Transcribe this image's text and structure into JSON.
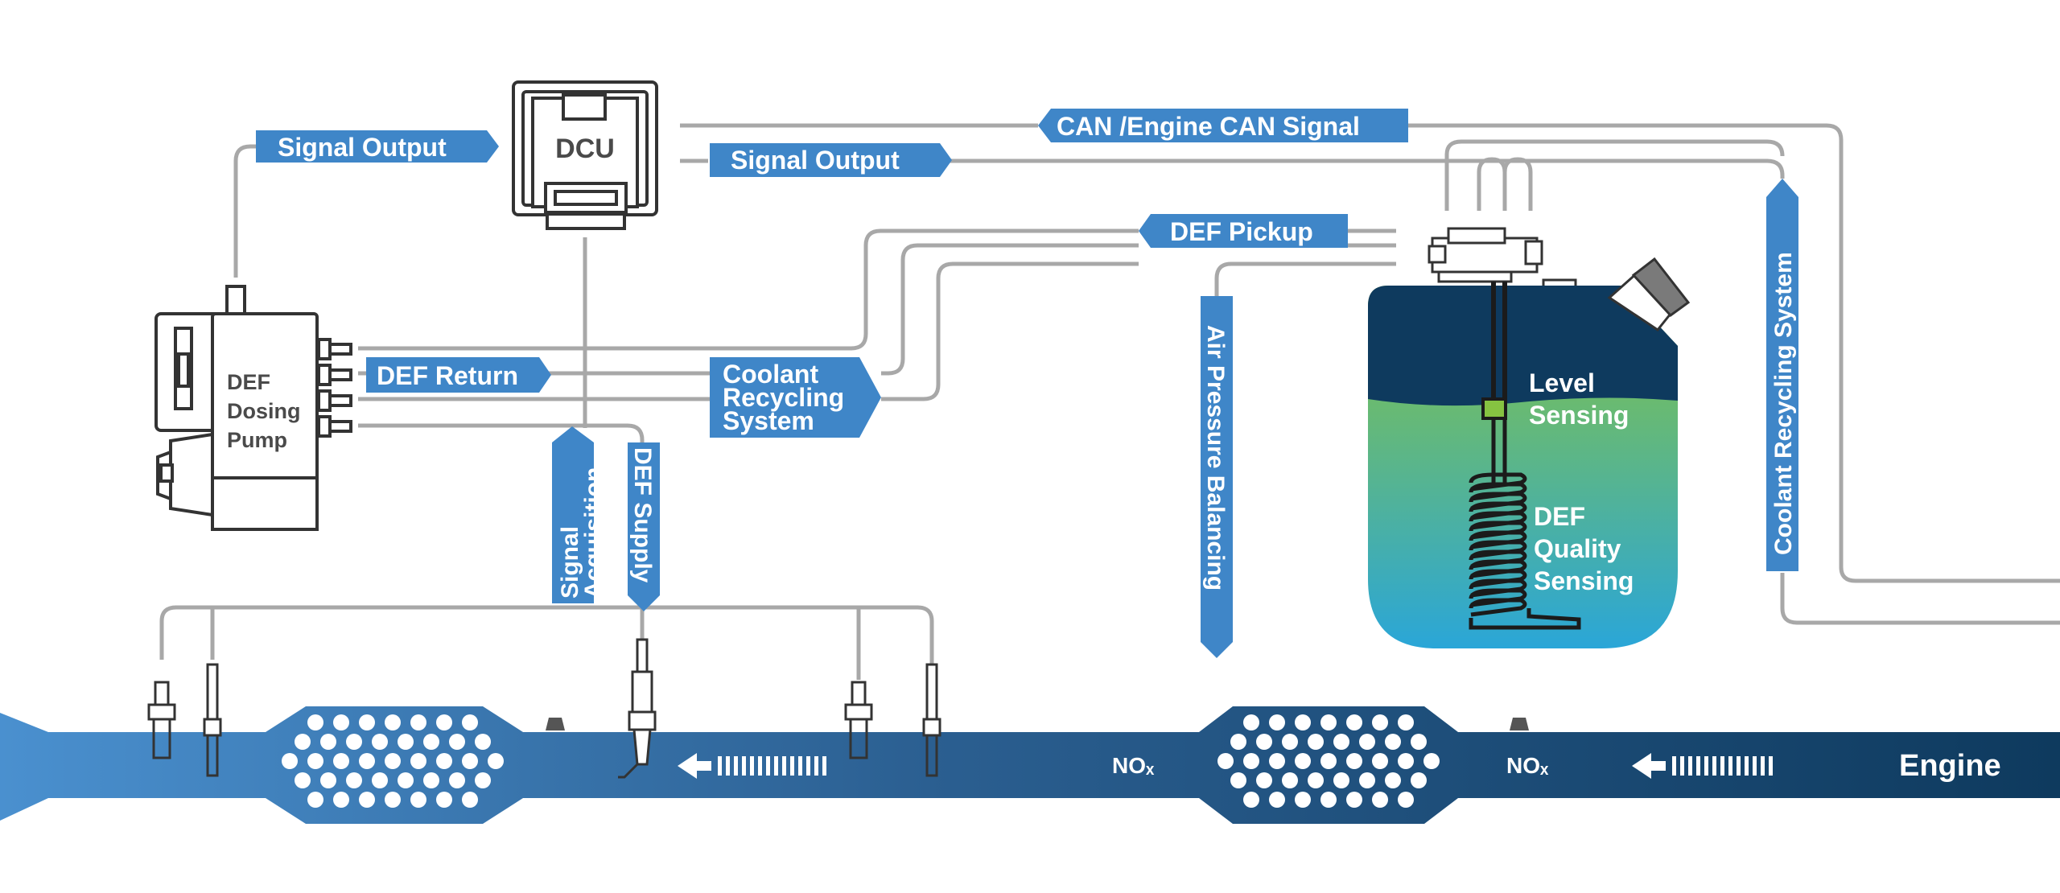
{
  "colors": {
    "label_blue": "#3f86c8",
    "pipe_dark": "#0e3a5e",
    "pipe_light": "#3f86c8",
    "wire_gray": "#a8a8a8",
    "tank_dark": "#0e3a5e",
    "tank_green": "#86c341",
    "tank_cyan": "#2da7d6",
    "device_outline": "#333333"
  },
  "labels": {
    "signal_output_left": "Signal Output",
    "dcu": "DCU",
    "signal_output_mid": "Signal Output",
    "can_signal": "CAN /Engine CAN Signal",
    "def_pickup": "DEF Pickup",
    "def_return": "DEF Return",
    "coolant_recycling_line1": "Coolant",
    "coolant_recycling_line2": "Recycling",
    "coolant_recycling_line3": "System",
    "pump_line1": "DEF",
    "pump_line2": "Dosing",
    "pump_line3": "Pump",
    "signal_acquisition_line1": "Signal",
    "signal_acquisition_line2": "Acquisition",
    "def_supply": "DEF Supply",
    "air_pressure": "Air Pressure Balancing",
    "coolant_vertical": "Coolant Recycling System",
    "level_sensing_line1": "Level",
    "level_sensing_line2": "Sensing",
    "def_quality_line1": "DEF",
    "def_quality_line2": "Quality",
    "def_quality_line3": "Sensing",
    "nox_1": "NOₓ",
    "nox_2": "NOₓ",
    "engine": "Engine"
  },
  "icons": [
    "flow-arrow-icon",
    "filter-catalyst-icon",
    "sensor-probe-icon",
    "injector-icon"
  ]
}
